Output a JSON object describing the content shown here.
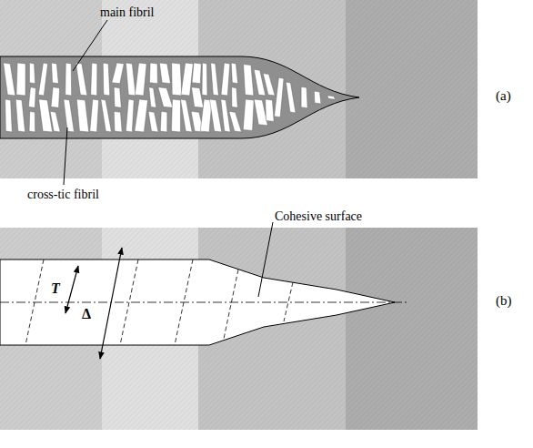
{
  "diagram": {
    "labels": [
      "main fibril",
      "cross-tic fibril",
      "Cohesive surface",
      "T",
      "Δ",
      "(a)",
      "(b)"
    ]
  }
}
